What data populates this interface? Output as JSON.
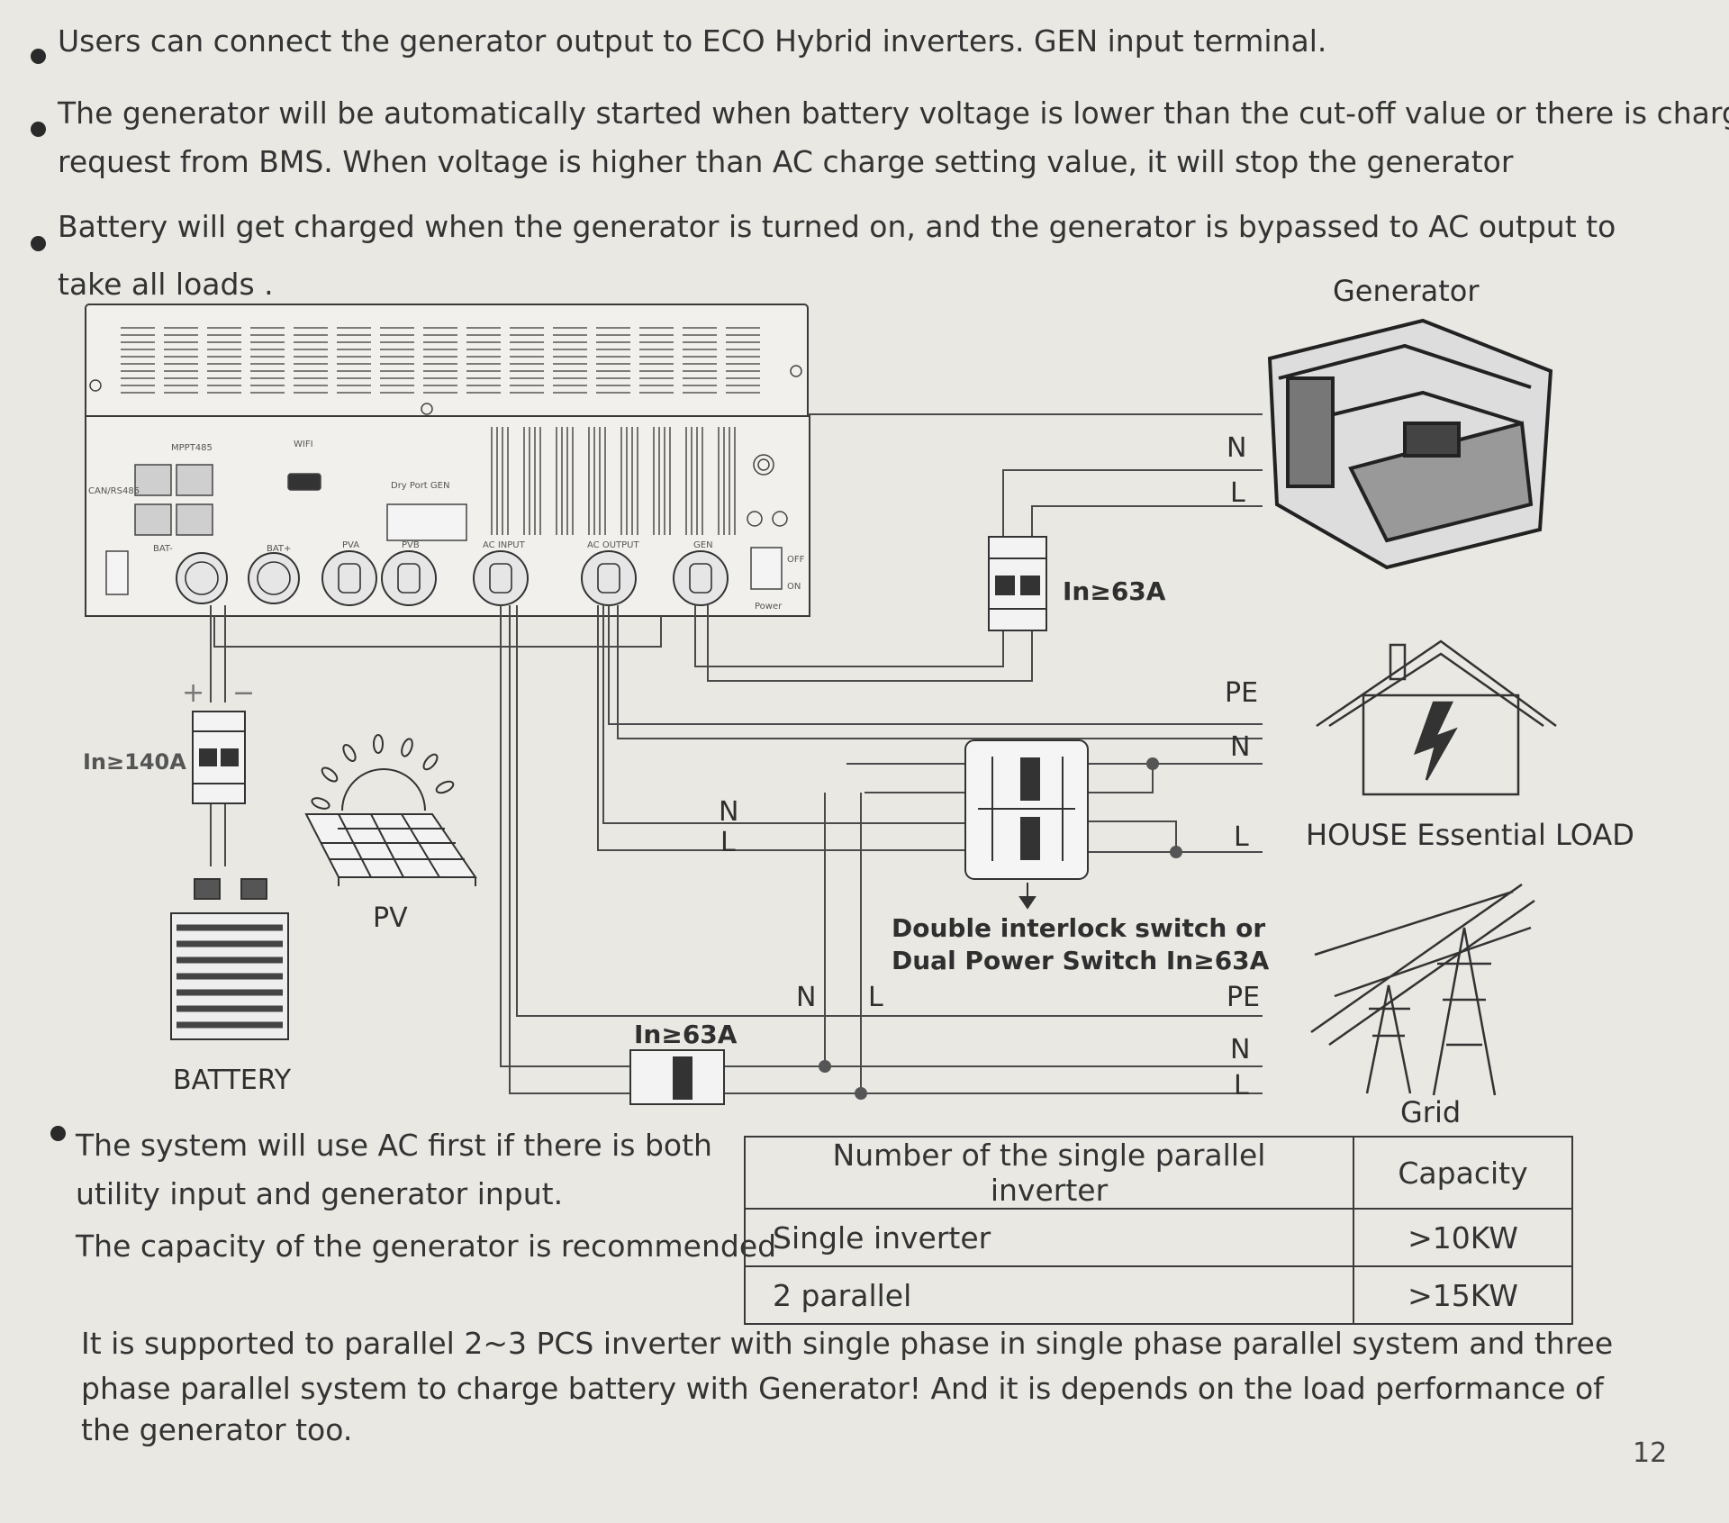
{
  "paragraphs": {
    "p1": "Users can connect the generator output to ECO Hybrid inverters. GEN input terminal.",
    "p2_line1": "The generator will be automatically started when battery voltage is lower than the cut-off value or there is charge",
    "p2_line2": "request from BMS. When voltage is higher than AC charge setting value, it will stop the generator",
    "p3_line1": "Battery will get charged when the generator is turned on,  and the generator is bypassed to AC output to",
    "p3_line2": "take all loads .",
    "p4_line1": "The system will use AC first if there is both",
    "p4_line2": "utility input and generator input.",
    "p4_line3": "The capacity of the generator is recommended",
    "p5_line1": "It is supported to parallel 2~3 PCS inverter with single phase in single phase parallel system and three",
    "p5_line2": "phase parallel system to charge battery with Generator! And it is depends on the load performance of",
    "p5_line3": "the generator too."
  },
  "diagram": {
    "generator": "Generator",
    "house_load": "HOUSE Essential LOAD",
    "grid": "Grid",
    "battery": "BATTERY",
    "pv": "PV",
    "breaker_gen": "In≥63A",
    "breaker_battery": "In≥140A",
    "breaker_grid": "In≥63A",
    "switch_line1": "Double interlock switch or",
    "switch_line2": "Dual Power Switch In≥63A",
    "gen_n": "N",
    "gen_l": "L",
    "load_pe": "PE",
    "load_n": "N",
    "load_l": "L",
    "out_n": "N",
    "out_l": "L",
    "grid_pe": "PE",
    "grid_n": "N",
    "grid_l": "L",
    "mid_n": "N",
    "mid_l": "L",
    "bat_plus": "+",
    "bat_minus": "−",
    "inverter": {
      "mppt": "MPPT485",
      "wifi": "WIFI",
      "canrs": "CAN/RS485",
      "dryport": "Dry Port  GEN",
      "bat1": "BAT-",
      "bat2": "BAT+",
      "pva": "PVA",
      "pvb": "PVB",
      "acinput": "AC INPUT",
      "acoutput": "AC OUTPUT",
      "gen": "GEN",
      "off": "OFF",
      "on": "ON",
      "power": "Power"
    }
  },
  "table": {
    "header": [
      "Number of the single parallel inverter",
      "Capacity"
    ],
    "rows": [
      [
        "Single inverter",
        ">10KW"
      ],
      [
        "2 parallel",
        ">15KW"
      ]
    ]
  },
  "page_number": "12"
}
